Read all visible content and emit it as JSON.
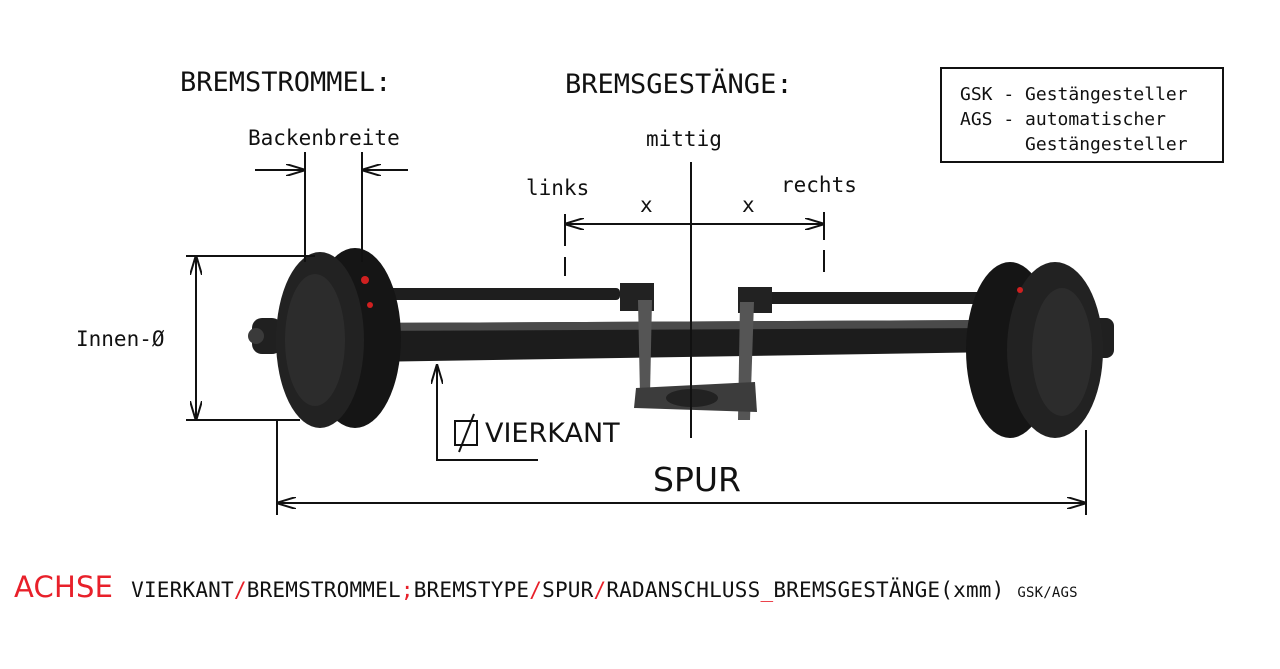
{
  "labels": {
    "bremstrommel": "BREMSTROMMEL:",
    "bremsgestaenge": "BREMSGESTÄNGE:",
    "backenbreite": "Backenbreite",
    "mittig": "mittig",
    "links": "links",
    "rechts": "rechts",
    "x_left": "x",
    "x_right": "x",
    "innen": "Innen-Ø",
    "vierkant": "VIERKANT",
    "spur": "SPUR"
  },
  "legend": {
    "line1": "GSK - Gestängesteller",
    "line2": "AGS - automatischer",
    "line3": "      Gestängesteller"
  },
  "formula": {
    "achse": "ACHSE",
    "vierkant": "VIERKANT",
    "sep1": "/",
    "bremstrommel": "BREMSTROMMEL",
    "sep2": ";",
    "bremstype": "BREMSTYPE",
    "sep3": "/",
    "spur": "SPUR",
    "sep4": "/",
    "radanschluss": "RADANSCHLUSS",
    "sep5": "_",
    "bremsgestaenge": "BREMSGESTÄNGE(xmm)",
    "suffix": "GSK/AGS"
  },
  "colors": {
    "accent": "#e8202a",
    "ink": "#111111",
    "metal": "#1a1a1a"
  }
}
